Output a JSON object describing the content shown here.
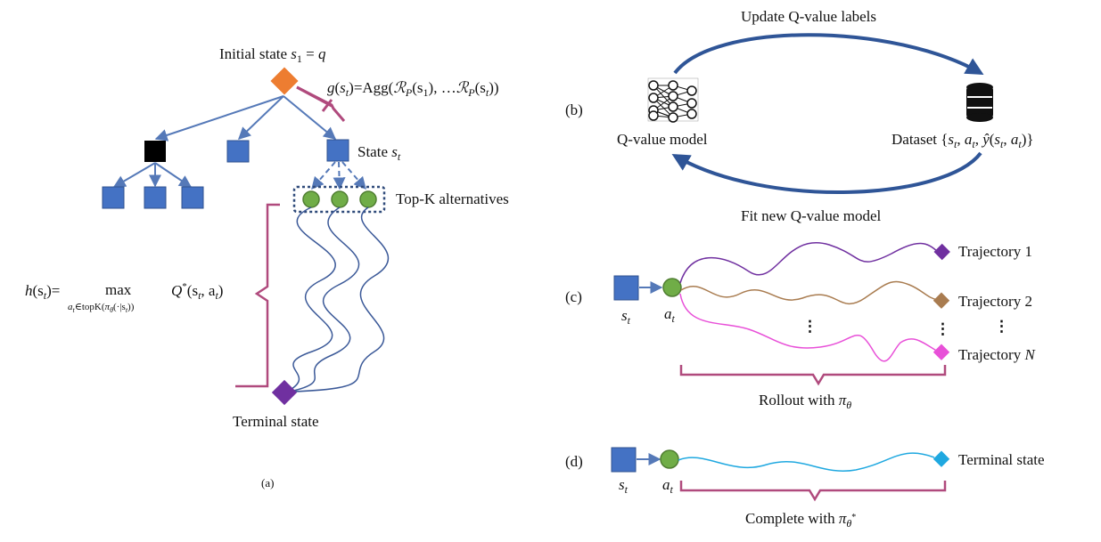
{
  "colors": {
    "node_blue": "#4472C4",
    "node_blue_stroke": "#2F528F",
    "edge_blue": "#5579B8",
    "orange": "#ED7D31",
    "green": "#70AD47",
    "green_stroke": "#507E32",
    "purple": "#7030A0",
    "bracket": "#B04A7D",
    "brown": "#A97C50",
    "magenta": "#E850D8",
    "cyan": "#1FA8E0",
    "arc_blue": "#2F5597"
  },
  "panel_a": {
    "caption": "(a)",
    "initial_state": {
      "text": "Initial state ",
      "var": "s",
      "sub": "1",
      "eq": " = ",
      "q": "q"
    },
    "g_formula": {
      "g": "g",
      "open": "(",
      "s": "s",
      "t": "t",
      "close": ")",
      "eq": "=Agg(",
      "R1": "ℛ",
      "P1": "P",
      "s1": "(s",
      "one": "1",
      "sep": "), …",
      "R2": "ℛ",
      "P2": "P",
      "s2": "(s",
      "t2": "t",
      "end": "))"
    },
    "state_label": {
      "text": "State ",
      "var": "s",
      "sub": "t"
    },
    "topk_label": "Top-K alternatives",
    "terminal_label": "Terminal state",
    "h_formula": {
      "h": "h",
      "arg": "(s",
      "arg_sub": "t",
      "arg_close": ")=",
      "max": "max",
      "under": "a",
      "under_sub": "t",
      "under_rest": "∈topK(",
      "pi": "π",
      "pi_sub": "θ",
      "pi_rest": "(·|s",
      "pi_sub2": "t",
      "pi_close": "))",
      "Q": "Q",
      "Qsup": "*",
      "Qargs": "(s",
      "Qs_sub": "t",
      "Qcomma": ", a",
      "Qa_sub": "t",
      "Qclose": ")"
    }
  },
  "panel_b": {
    "caption": "(b)",
    "top_arc_label": "Update Q-value labels",
    "bottom_arc_label": "Fit new Q-value model",
    "model_label": "Q-value model",
    "dataset_label": {
      "text": "Dataset {",
      "s": "s",
      "t1": "t",
      "c1": ", ",
      "a": "a",
      "t2": "t",
      "c2": ", ",
      "yhat": "ŷ",
      "p1": "(",
      "s2": "s",
      "t3": "t",
      "c3": ", ",
      "a2": "a",
      "t4": "t",
      "end": ")}"
    },
    "model_icon": "neural-network-icon",
    "dataset_icon": "database-icon"
  },
  "panel_c": {
    "caption": "(c)",
    "state": {
      "var": "s",
      "sub": "t"
    },
    "action": {
      "var": "a",
      "sub": "t"
    },
    "trajectories": [
      {
        "label": "Trajectory 1",
        "color": "#7030A0"
      },
      {
        "label": "Trajectory 2",
        "color": "#A97C50"
      },
      {
        "label": "Trajectory ",
        "var": "N",
        "color": "#E850D8"
      }
    ],
    "ellipsis": "⋮",
    "rollout": {
      "text": "Rollout with ",
      "pi": "π",
      "sub": "θ"
    }
  },
  "panel_d": {
    "caption": "(d)",
    "state": {
      "var": "s",
      "sub": "t"
    },
    "action": {
      "var": "a",
      "sub": "t"
    },
    "terminal_label": "Terminal state",
    "complete": {
      "text": "Complete with ",
      "pi": "π",
      "sub": "θ",
      "sup": "*"
    }
  }
}
